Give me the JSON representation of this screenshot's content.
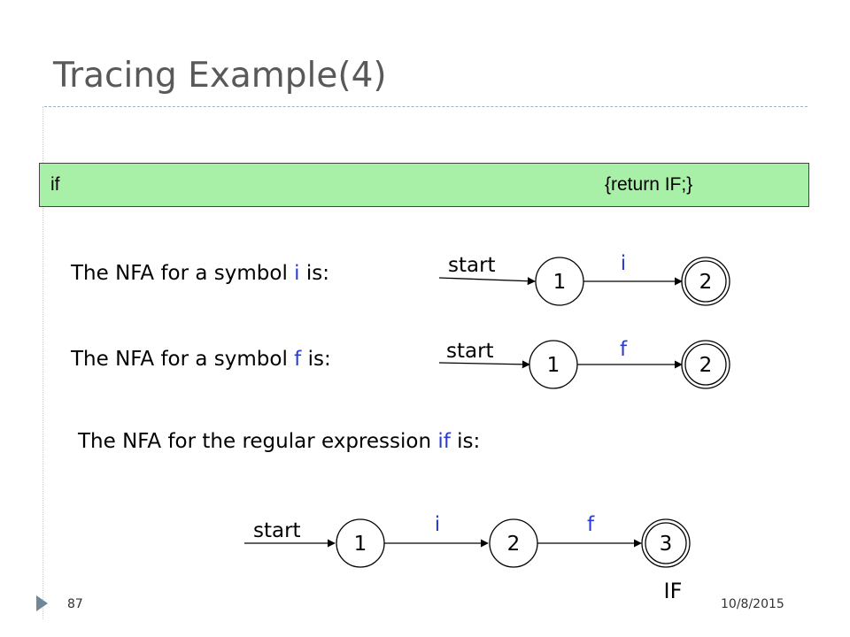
{
  "title": "Tracing Example(4)",
  "rule": {
    "pattern": "if",
    "action": "{return IF;}"
  },
  "line1": {
    "prefix": "The NFA for a symbol ",
    "symbol": "i",
    "suffix": " is:"
  },
  "line2": {
    "prefix": "The NFA for a symbol ",
    "symbol": "f",
    "suffix": " is:"
  },
  "line3": {
    "prefix": "The NFA for the regular expression ",
    "symbol": "if",
    "suffix": " is:"
  },
  "nfa1": {
    "start": "start",
    "states": [
      "1",
      "2"
    ],
    "transition": "i"
  },
  "nfa2": {
    "start": "start",
    "states": [
      "1",
      "2"
    ],
    "transition": "f"
  },
  "nfa3": {
    "start": "start",
    "states": [
      "1",
      "2",
      "3"
    ],
    "transitions": [
      "i",
      "f"
    ],
    "accept_label": "IF"
  },
  "footer": {
    "page": "87",
    "date": "10/8/2015"
  },
  "colors": {
    "highlight": "#2a3cd8",
    "rule_bg": "#a8f0a8",
    "title": "#595959"
  }
}
